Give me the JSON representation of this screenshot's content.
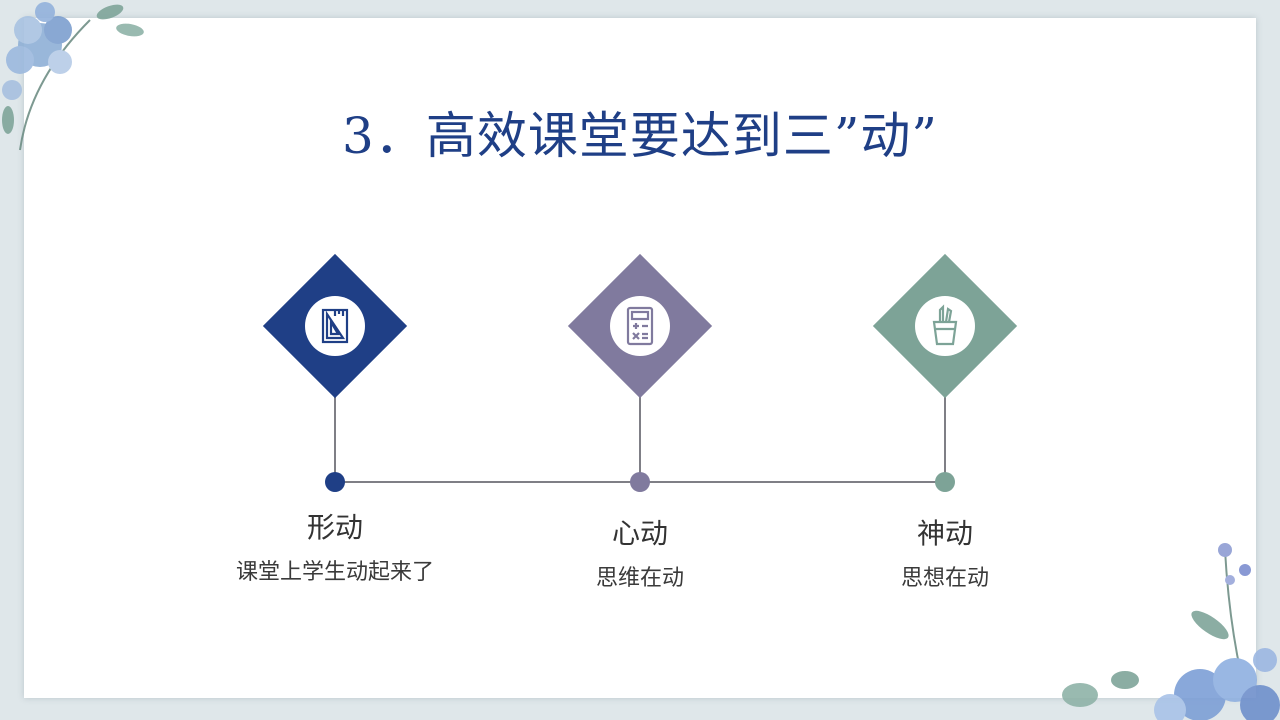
{
  "title": "3．高效课堂要达到三”动”",
  "colors": {
    "navy": "#1f3f86",
    "purple": "#807a9e",
    "teal": "#7da397",
    "line": "#7f7f86"
  },
  "items": [
    {
      "heading": "形动",
      "desc": "课堂上学生动起来了",
      "color": "#1f3f86",
      "icon": "ruler-triangle-icon"
    },
    {
      "heading": "心动",
      "desc": "思维在动",
      "color": "#807a9e",
      "icon": "calculator-icon"
    },
    {
      "heading": "神动",
      "desc": "思想在动",
      "color": "#7da397",
      "icon": "pencil-cup-icon"
    }
  ]
}
